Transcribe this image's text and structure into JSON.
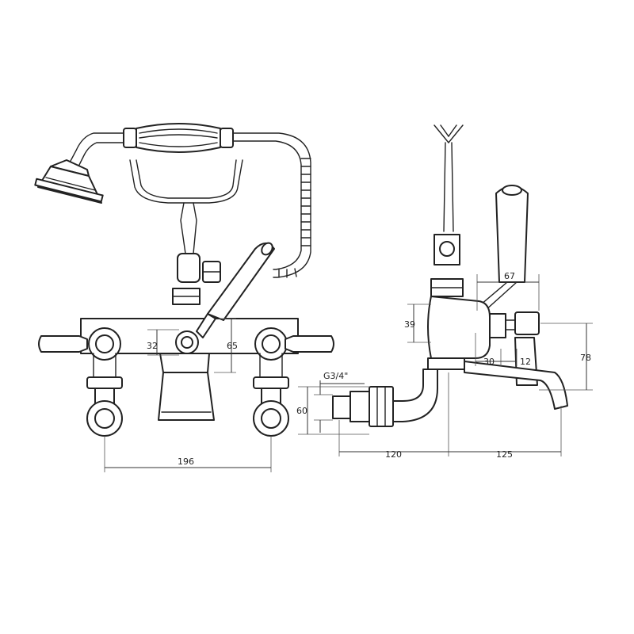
{
  "dimensions": {
    "width_overall": "196",
    "handset_height": "32",
    "body_height": "65",
    "inlet_thread": "G3/4\"",
    "inlet_height": "60",
    "projection_wall": "120",
    "projection_spout": "125",
    "valve_height": "39",
    "lever_width": "67",
    "valve_offset": "30",
    "lever_offset": "12",
    "spout_height": "78"
  },
  "colors": {
    "line": "#222222",
    "background": "#ffffff"
  }
}
